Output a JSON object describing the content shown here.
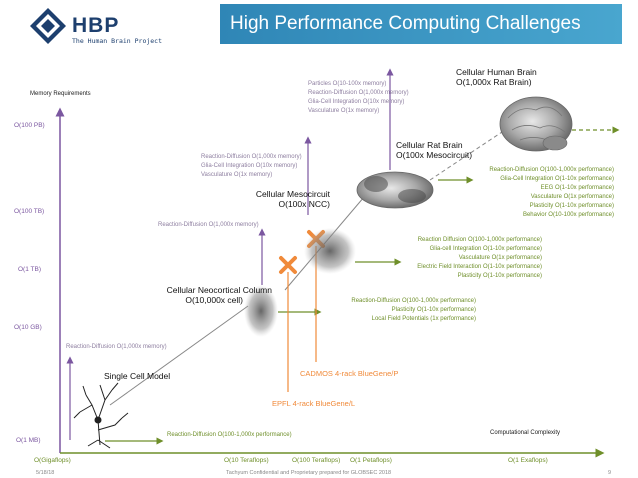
{
  "header": {
    "logo_text": "HBP",
    "logo_subtitle": "The Human Brain Project",
    "title": "High Performance Computing Challenges"
  },
  "axes": {
    "y_title": "Memory Requirements",
    "x_title": "Computational Complexity",
    "y_ticks": [
      "O(100 PB)",
      "O(100 TB)",
      "O(1 TB)",
      "O(10 GB)",
      "O(1 MB)"
    ],
    "x_ticks": [
      "O(Gigaflops)",
      "O(10 Teraflops)",
      "O(100 Teraflops)",
      "O(1 Petaflops)",
      "O(1 Exaflops)"
    ]
  },
  "models": {
    "single_cell": "Single Cell Model",
    "neocortical_1": "Cellular Neocortical Column",
    "neocortical_2": "O(10,000x cell)",
    "mesocircuit_1": "Cellular Mesocircuit",
    "mesocircuit_2": "O(100x NCC)",
    "rat_1": "Cellular Rat Brain",
    "rat_2": "O(100x Mesocircuit)",
    "human_1": "Cellular Human Brain",
    "human_2": "O(1,000x Rat Brain)"
  },
  "machines": {
    "cadmos": "CADMOS 4-rack BlueGene/P",
    "epfl": "EPFL 4-rack BlueGene/L"
  },
  "memory_notes": {
    "single_cell": "Reaction-Diffusion O(1,000x memory)",
    "neocortical": "Reaction-Diffusion O(1,000x memory)",
    "mesocircuit": [
      "Reaction-Diffusion O(1,000x memory)",
      "Glia-Cell Integration O(10x memory)",
      "Vasculature O(1x memory)"
    ],
    "rat": [
      "Particles O(10-100x memory)",
      "Reaction-Diffusion O(1,000x memory)",
      "Glia-Cell Integration O(10x memory)",
      "Vasculature O(1x memory)"
    ]
  },
  "performance_notes": {
    "single_cell": "Reaction-Diffusion O(100-1,000x performance)",
    "neocortical": [
      "Reaction-Diffusion O(100-1,000x performance)",
      "Plasticity O(1-10x performance)",
      "Local Field Potentials (1x performance)"
    ],
    "mesocircuit": [
      "Reaction Diffusion O(100-1,000x performance)",
      "Glia-cell Integration O(1-10x performance)",
      "Vasculature O(1x performance)",
      "Electric Field Interaction O(1-10x performance)",
      "Plasticity O(1-10x performance)"
    ],
    "rat": [
      "Reaction-Diffusion O(100-1,000x performance)",
      "Glia-Cell Integration O(1-10x performance)",
      "EEG O(1-10x performance)",
      "Vasculature O(1x performance)",
      "Plasticity O(1-10x performance)",
      "Behavior O(10-100x performance)"
    ]
  },
  "footer": {
    "date": "5/18/18",
    "confidential": "Tachyum Confidential and Proprietary prepared for GLOBSEC 2018",
    "page": "9"
  },
  "colors": {
    "purple": "#7b57a0",
    "green": "#6f8f2a",
    "orange": "#f08a3a",
    "title_blue": "#2f86b6"
  }
}
